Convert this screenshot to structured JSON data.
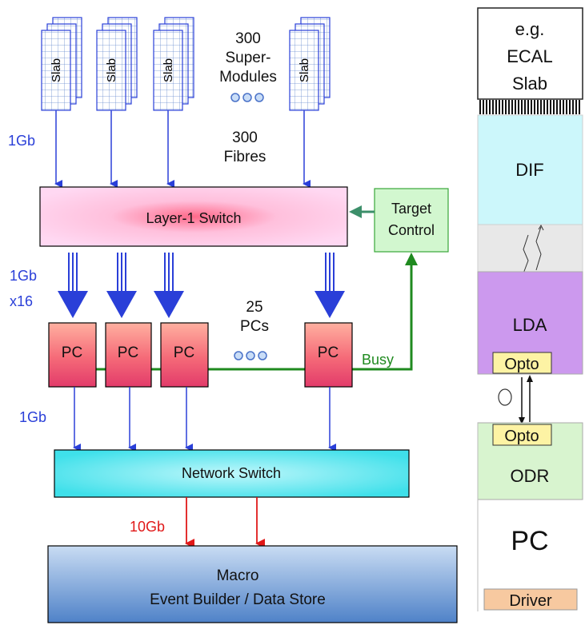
{
  "left": {
    "slab_label": "Slab",
    "supermodules": {
      "line1": "300",
      "line2": "Super-",
      "line3": "Modules"
    },
    "fibres": {
      "line1": "300",
      "line2": "Fibres"
    },
    "link_1gb_top": "1Gb",
    "layer1_switch": "Layer-1 Switch",
    "target_control": {
      "line1": "Target",
      "line2": "Control"
    },
    "link_1gb_x16": {
      "line1": "1Gb",
      "line2": "x16"
    },
    "pcs_count": {
      "line1": "25",
      "line2": "PCs"
    },
    "pc_label": "PC",
    "busy": "Busy",
    "link_1gb_mid": "1Gb",
    "network_switch": "Network Switch",
    "link_10gb": "10Gb",
    "event_builder": {
      "line1": "Macro",
      "line2": "Event Builder / Data Store"
    }
  },
  "right": {
    "ecal_slab": {
      "line1": "e.g.",
      "line2": "ECAL",
      "line3": "Slab"
    },
    "dif": "DIF",
    "lda": "LDA",
    "opto_top": "Opto",
    "opto_bottom": "Opto",
    "odr": "ODR",
    "pc": "PC",
    "driver": "Driver"
  },
  "colors": {
    "link_blue": "#2a3fd8",
    "busy_green": "#1f8a1f",
    "data_red": "#e01818"
  }
}
